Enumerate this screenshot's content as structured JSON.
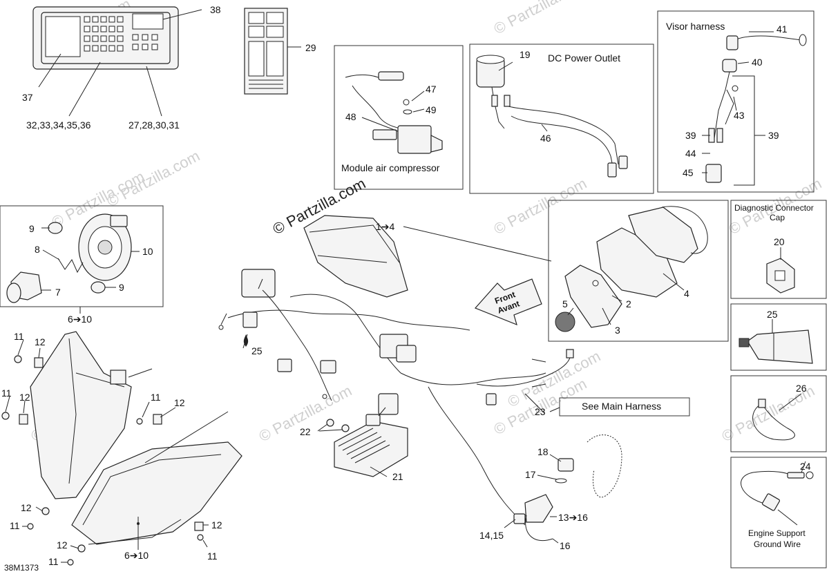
{
  "watermark": "© Partzilla.com",
  "diagram_code": "38M1373",
  "captions": {
    "dc_power_outlet": "DC Power Outlet",
    "module_air_compressor": "Module air compressor",
    "visor_harness": "Visor harness",
    "diagnostic_connector_cap": "Diagnostic Connector",
    "diagnostic_connector_cap_2": "Cap",
    "see_main_harness": "See Main Harness",
    "engine_support_ground_wire": "Engine Support",
    "engine_support_ground_wire_2": "Ground Wire",
    "front": "Front",
    "avant": "Avant"
  },
  "callouts": {
    "c38": "38",
    "c37": "37",
    "c32_36": "32,33,34,35,36",
    "c27_31": "27,28,30,31",
    "c29": "29",
    "c47": "47",
    "c49": "49",
    "c48": "48",
    "c19": "19",
    "c46": "46",
    "c41": "41",
    "c40": "40",
    "c43": "43",
    "c39a": "39",
    "c39b": "39",
    "c44": "44",
    "c45": "45",
    "c1_4": "1➔4",
    "c9a": "9",
    "c9b": "9",
    "c8": "8",
    "c10": "10",
    "c7": "7",
    "c6_10a": "6➔10",
    "c20": "20",
    "c25a": "25",
    "c26": "26",
    "c24": "24",
    "c5": "5",
    "c2": "2",
    "c3": "3",
    "c4": "4",
    "c25b": "25",
    "c11a": "11",
    "c12a": "12",
    "c11b": "11",
    "c12b": "12",
    "c11c": "11",
    "c12c": "12",
    "c22": "22",
    "c23": "23",
    "c21": "21",
    "c18": "18",
    "c17": "17",
    "c13_16": "13➔16",
    "c14_15": "14,15",
    "c16": "16",
    "c12d": "12",
    "c11d": "11",
    "c12e": "12",
    "c11e": "11",
    "c12f": "12",
    "c11f": "11",
    "c6_10b": "6➔10"
  }
}
